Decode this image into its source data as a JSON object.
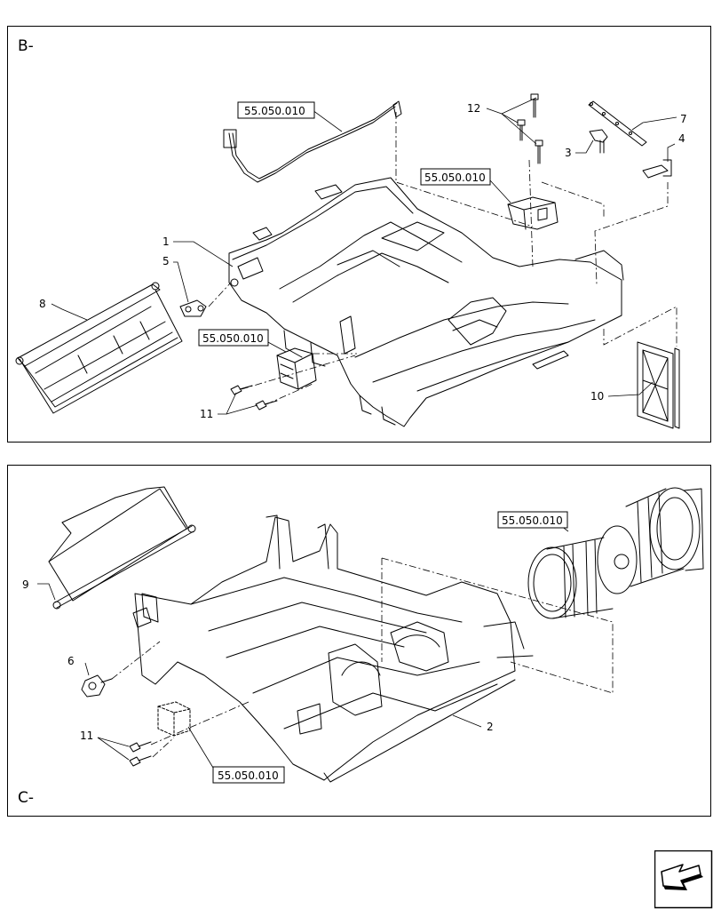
{
  "panels": {
    "b": {
      "label": "B-",
      "callouts": [
        "1",
        "3",
        "4",
        "5",
        "7",
        "8",
        "10",
        "11",
        "12"
      ],
      "ref_boxes": [
        "55.050.010",
        "55.050.010",
        "55.050.010"
      ]
    },
    "c": {
      "label": "C-",
      "callouts": [
        "2",
        "6",
        "9",
        "11"
      ],
      "ref_boxes": [
        "55.050.010",
        "55.050.010"
      ]
    }
  },
  "navigation": {
    "icon": "next-page-arrow-icon"
  }
}
